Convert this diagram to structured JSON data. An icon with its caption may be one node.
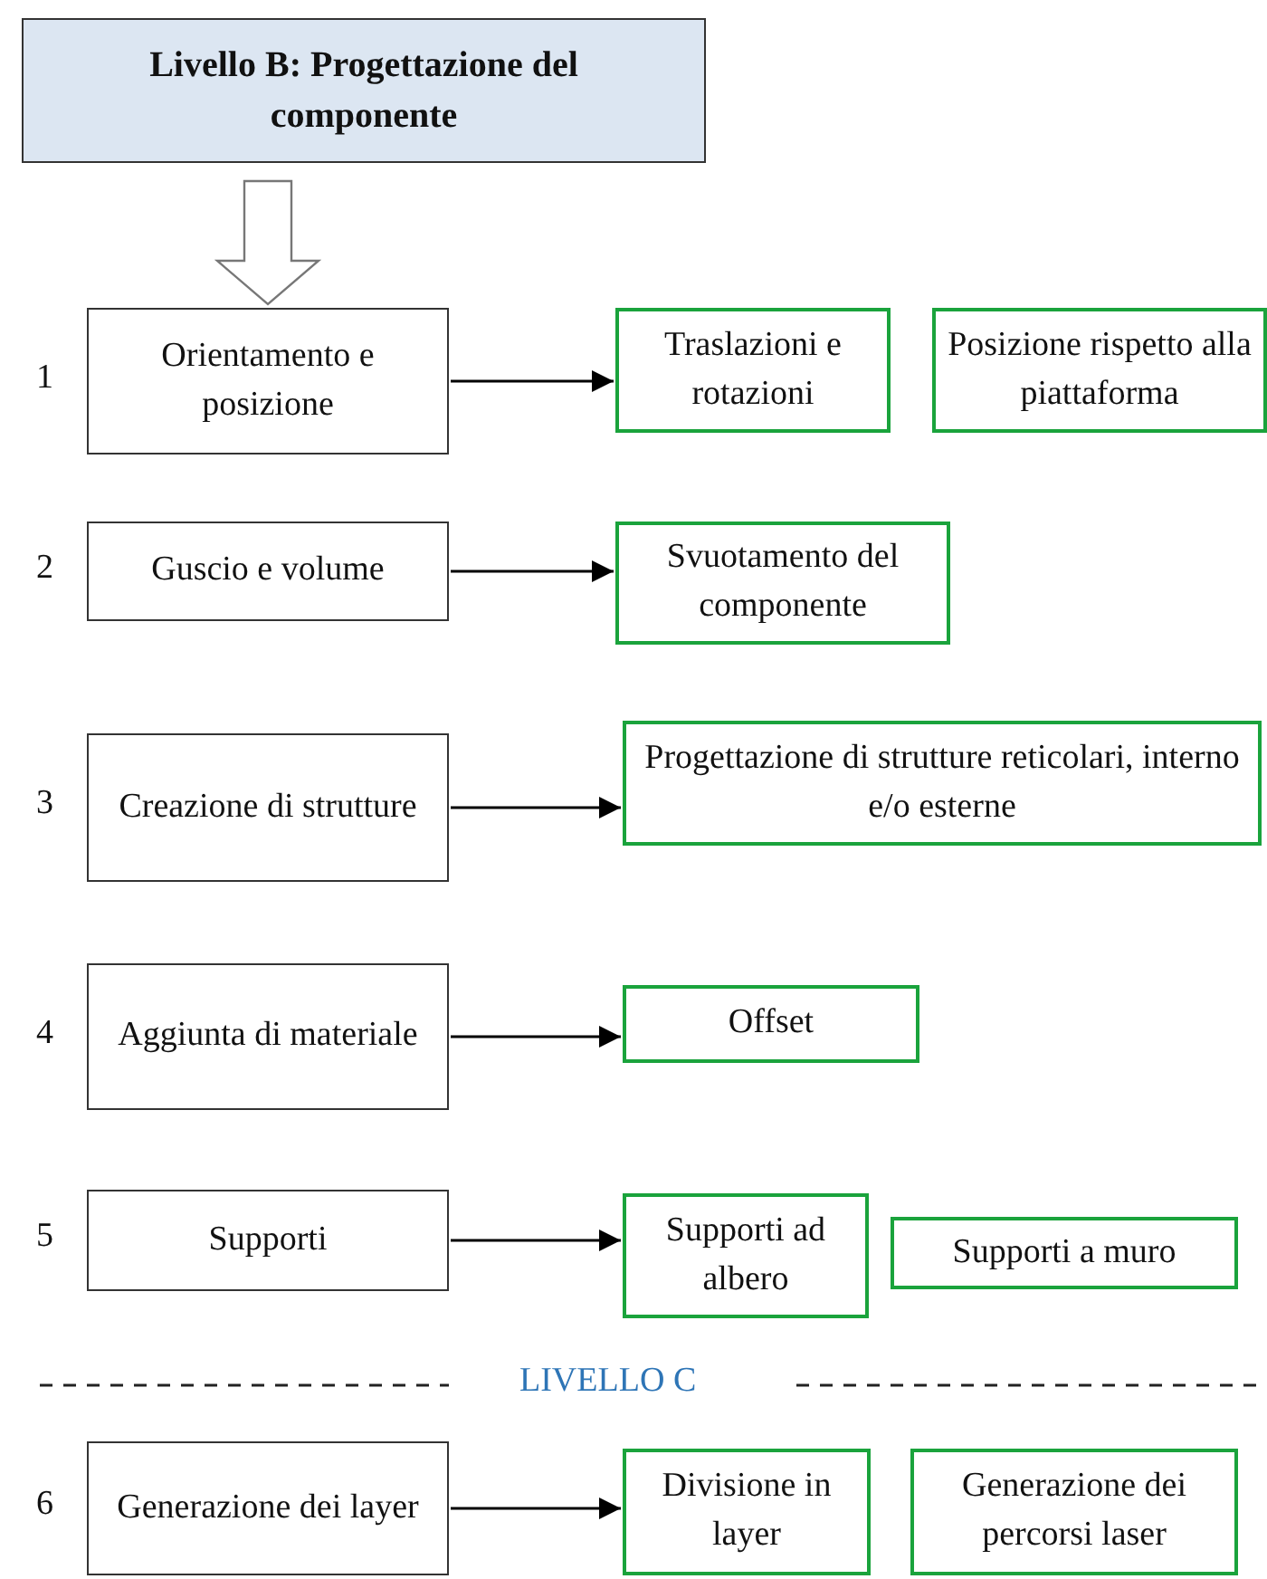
{
  "diagram": {
    "nodes": [
      {
        "text": [
          "Livello B: Progettazione del componente"
        ]
      },
      {
        "text": [
          "Orientamento e posizione"
        ],
        "beside": [
          "1"
        ]
      },
      {
        "text": [
          "Traslazioni e rotazioni"
        ]
      },
      {
        "text": [
          "Posizione rispetto alla piattaforma"
        ]
      },
      {
        "text": [
          "Guscio e volume"
        ],
        "beside": [
          "2"
        ]
      },
      {
        "text": [
          "Svuotamento del componente"
        ]
      },
      {
        "text": [
          "Creazione di strutture"
        ],
        "beside": [
          "3"
        ]
      },
      {
        "text": [
          "Progettazione di strutture reticolari, interno e/o esterne"
        ]
      },
      {
        "text": [
          "Aggiunta di materiale"
        ],
        "beside": [
          "4"
        ]
      },
      {
        "text": [
          "Offset"
        ]
      },
      {
        "text": [
          "Supporti"
        ],
        "beside": [
          "5"
        ]
      },
      {
        "text": [
          "Supporti ad albero"
        ]
      },
      {
        "text": [
          "Supporti a muro"
        ]
      },
      {
        "text": [
          "Generazione dei layer"
        ],
        "beside": [
          "6"
        ]
      },
      {
        "text": [
          "Divisione in layer"
        ]
      },
      {
        "text": [
          "Generazione dei percorsi laser"
        ]
      }
    ],
    "edges": [
      {
        "from": 0,
        "to": 1,
        "arrow": "to",
        "style": "thick"
      },
      {
        "from": 1,
        "to": 2,
        "arrow": "to"
      },
      {
        "from": 4,
        "to": 5,
        "arrow": "to"
      },
      {
        "from": 6,
        "to": 7,
        "arrow": "to"
      },
      {
        "from": 8,
        "to": 9,
        "arrow": "to"
      },
      {
        "from": 10,
        "to": 11,
        "arrow": "to"
      },
      {
        "from": 13,
        "to": 14,
        "arrow": "to"
      }
    ],
    "labels": [
      "LIVELLO C"
    ]
  }
}
